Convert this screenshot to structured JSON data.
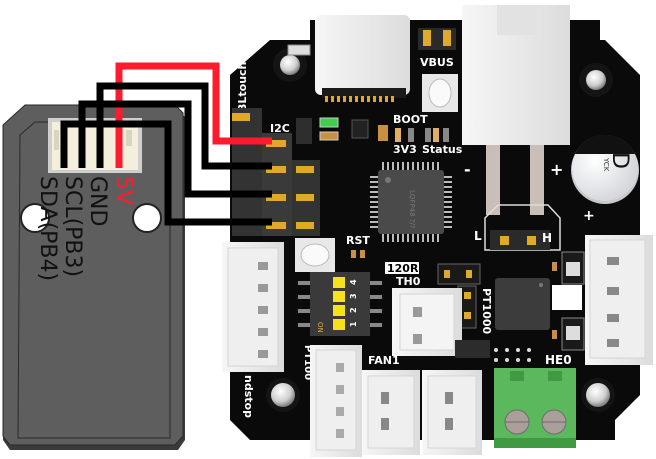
{
  "diagram": {
    "title": "I2C sensor wiring to controller board",
    "sensor": {
      "pin_labels": [
        {
          "text": "5V",
          "color": "#ff1a2e"
        },
        {
          "text": "GND",
          "color": "#111111"
        },
        {
          "text": "SCL(PB3)",
          "color": "#111111"
        },
        {
          "text": "SDA(PB4)",
          "color": "#111111"
        }
      ]
    },
    "wires": [
      {
        "signal": "5V",
        "color": "#ff1a2e"
      },
      {
        "signal": "GND",
        "color": "#000000"
      },
      {
        "signal": "SCL",
        "color": "#000000"
      },
      {
        "signal": "SDA",
        "color": "#000000"
      }
    ],
    "board": {
      "silkscreen": {
        "bltouch": "BLtouch",
        "i2c": "I2C",
        "vbus": "VBUS",
        "boot": "BOOT",
        "v3v3": "3V3",
        "status": "Status",
        "rst": "RST",
        "r120": "120R",
        "th0": "TH0",
        "pt1000": "PT1000",
        "pt100": "PT100",
        "fan1": "FAN1",
        "he0": "HE0",
        "endstop": "ndstop",
        "jumper_l": "L",
        "jumper_h": "H",
        "minus1": "-",
        "minus2": "-",
        "plus1": "+",
        "plus2": "+",
        "dip_on": "ON",
        "dip_1": "1",
        "dip_2": "2",
        "dip_3": "3",
        "dip_4": "4",
        "cap_brand": "YCK",
        "cap_mark": "D",
        "mcu_marking": "LQFP48 ?/?"
      },
      "colors": {
        "pcb": "#0a0a0a",
        "connector": "#ececec",
        "terminal": "#5cb85c",
        "pin_gold": "#e0a92a",
        "dip_switch": "#f5e21a",
        "led_green": "#3dd14a",
        "sensor_body": "#5e5e5e"
      }
    }
  }
}
